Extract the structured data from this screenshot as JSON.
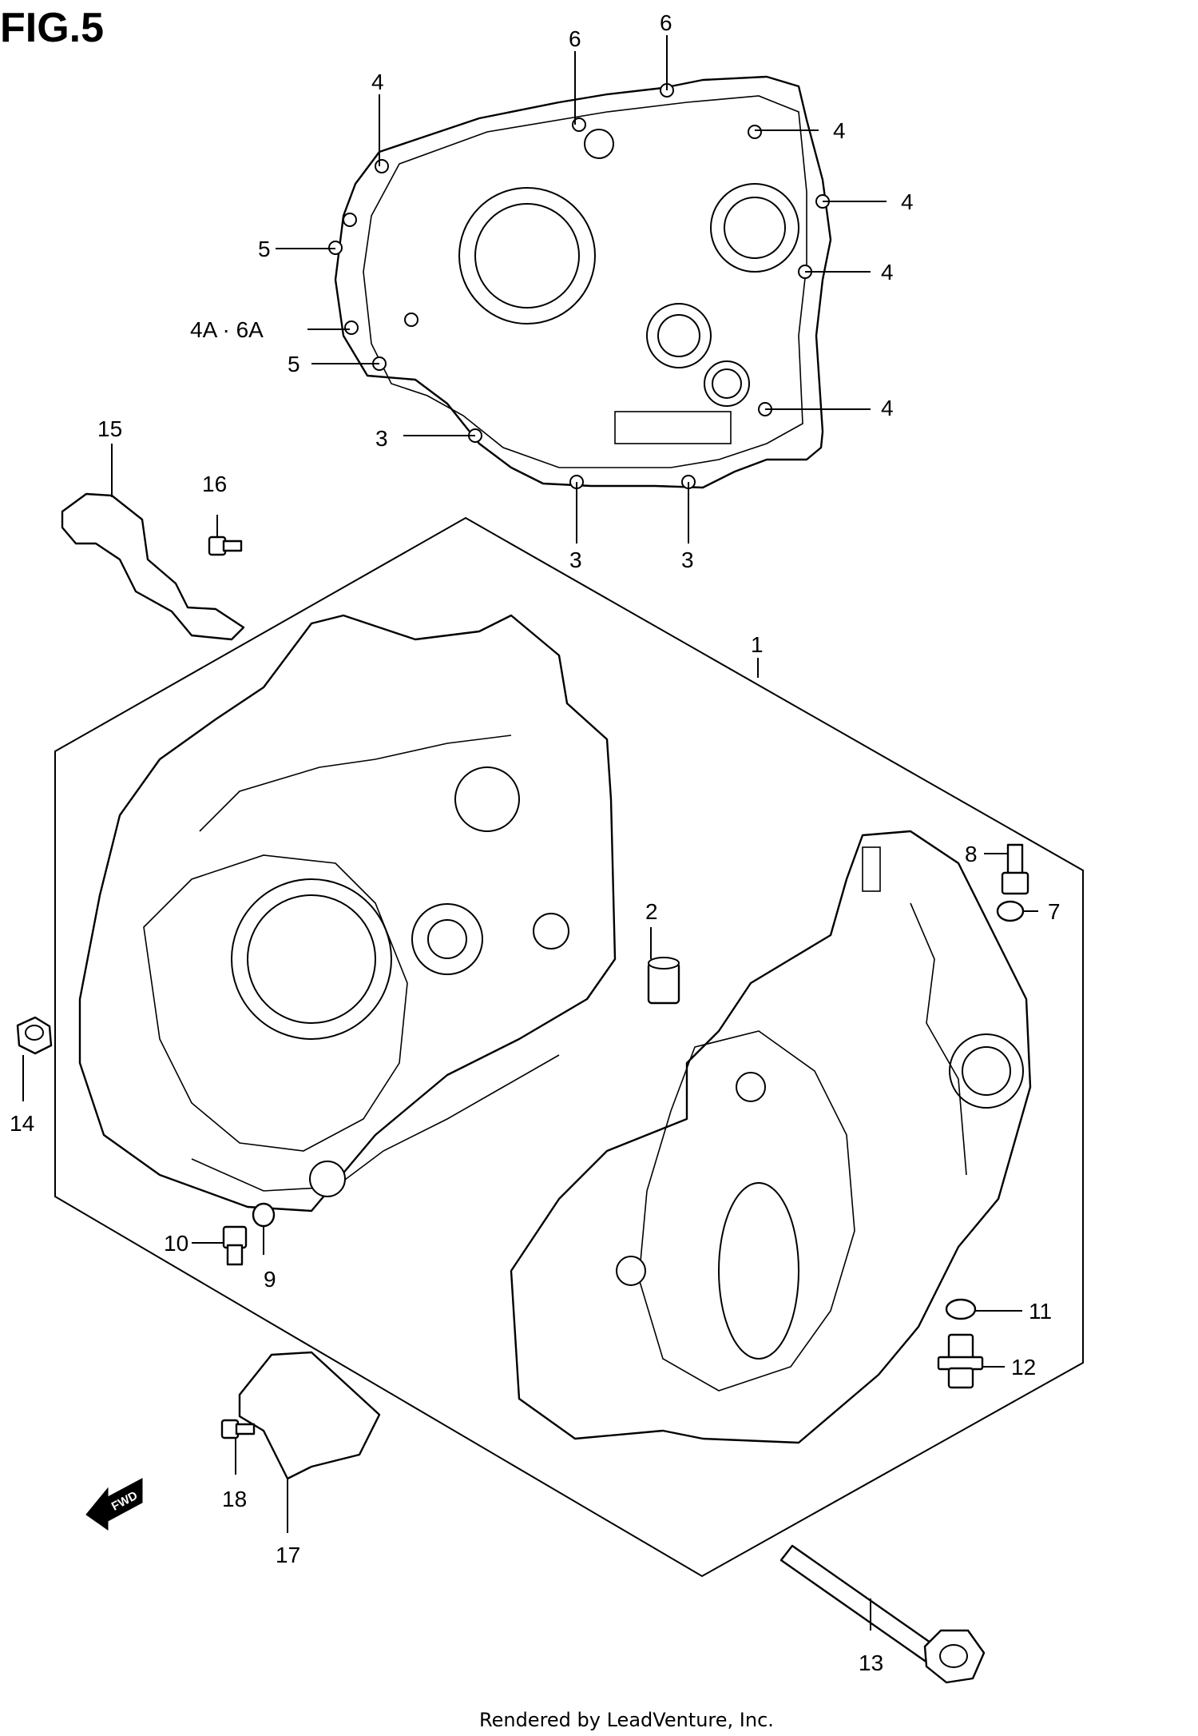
{
  "figure": {
    "title": "FIG.5",
    "footer": "Rendered by LeadVenture, Inc.",
    "fwd_label": "FWD"
  },
  "callouts": [
    {
      "id": "c1",
      "label": "1"
    },
    {
      "id": "c2",
      "label": "2"
    },
    {
      "id": "c3a",
      "label": "3"
    },
    {
      "id": "c3b",
      "label": "3"
    },
    {
      "id": "c3c",
      "label": "3"
    },
    {
      "id": "c4a",
      "label": "4"
    },
    {
      "id": "c4b",
      "label": "4"
    },
    {
      "id": "c4c",
      "label": "4"
    },
    {
      "id": "c4d",
      "label": "4"
    },
    {
      "id": "c4e",
      "label": "4"
    },
    {
      "id": "c4a6a",
      "label": "4A · 6A"
    },
    {
      "id": "c5a",
      "label": "5"
    },
    {
      "id": "c5b",
      "label": "5"
    },
    {
      "id": "c6a",
      "label": "6"
    },
    {
      "id": "c6b",
      "label": "6"
    },
    {
      "id": "c7",
      "label": "7"
    },
    {
      "id": "c8",
      "label": "8"
    },
    {
      "id": "c9",
      "label": "9"
    },
    {
      "id": "c10",
      "label": "10"
    },
    {
      "id": "c11",
      "label": "11"
    },
    {
      "id": "c12",
      "label": "12"
    },
    {
      "id": "c13",
      "label": "13"
    },
    {
      "id": "c14",
      "label": "14"
    },
    {
      "id": "c15",
      "label": "15"
    },
    {
      "id": "c16",
      "label": "16"
    },
    {
      "id": "c17",
      "label": "17"
    },
    {
      "id": "c18",
      "label": "18"
    }
  ]
}
